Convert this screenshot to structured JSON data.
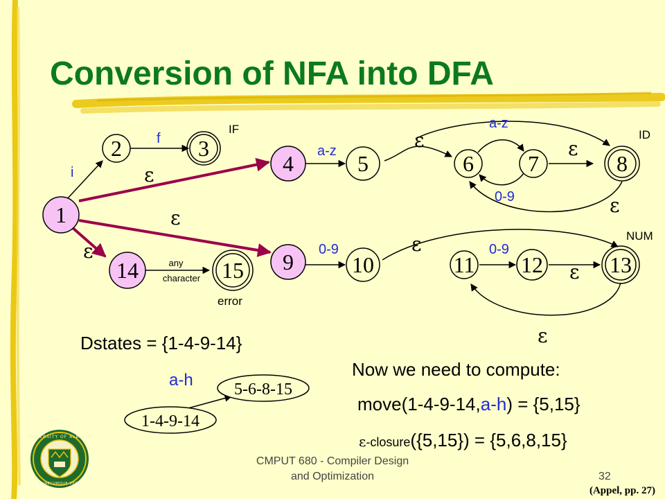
{
  "slide": {
    "title": "Conversion of NFA into DFA",
    "footer_course_line1": "CMPUT 680 - Compiler Design",
    "footer_course_line2": "and Optimization",
    "page_number": "32",
    "citation": "(Appel, pp. 27)",
    "colors": {
      "background": "#FFFFCC",
      "title": "#0B7A1E",
      "pink_state": "#F7C3F5",
      "blue_text": "#1F2BD6",
      "brush": "#E8C200"
    }
  },
  "nfa": {
    "states": {
      "s1": "1",
      "s2": "2",
      "s3": "3",
      "s4": "4",
      "s5": "5",
      "s6": "6",
      "s7": "7",
      "s8": "8",
      "s9": "9",
      "s10": "10",
      "s11": "11",
      "s12": "12",
      "s13": "13",
      "s14": "14",
      "s15": "15"
    },
    "labels": {
      "i": "i",
      "f": "f",
      "if_tag": "IF",
      "az_1": "a-z",
      "az_2": "a-z",
      "id_tag": "ID",
      "digits_1": "0-9",
      "digits_2": "0-9",
      "digits_3": "0-9",
      "num_tag": "NUM",
      "any": "any",
      "character": "character",
      "error_tag": "error",
      "epsilon": "ε"
    }
  },
  "text": {
    "dstates": "Dstates = {1-4-9-14}",
    "now_compute": "Now we need to compute:",
    "move_prefix": "move(1-4-9-14,",
    "move_symbol": "a-h",
    "move_suffix": ") = {5,15}",
    "closure_eps": "ε",
    "closure_word": "-closure",
    "closure_rest": "({5,15}) = {5,6,8,15}"
  },
  "dfa": {
    "edge_label": "a-h",
    "start_state": "1-4-9-14",
    "target_state": "5-6-8-15"
  }
}
